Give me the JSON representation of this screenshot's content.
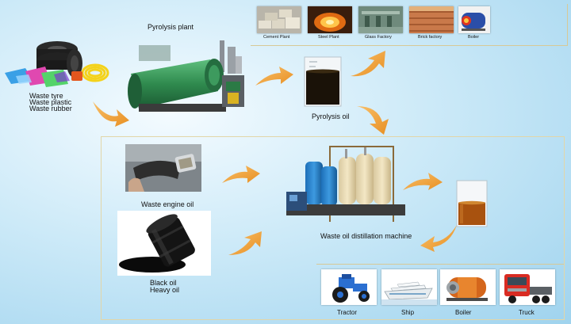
{
  "inputs": {
    "line1": "Waste tyre",
    "line2": "Waste plastic",
    "line3": "Waste rubber"
  },
  "pyrolysis_plant": {
    "label": "Pyrolysis plant"
  },
  "pyrolysis_oil": {
    "label": "Pyrolysis oil"
  },
  "industries": [
    {
      "label": "Cement Plant",
      "icon": "cement-bags-icon"
    },
    {
      "label": "Steel Plant",
      "icon": "molten-steel-icon"
    },
    {
      "label": "Glass Factory",
      "icon": "glass-factory-icon"
    },
    {
      "label": "Brick factory",
      "icon": "brick-stack-icon"
    },
    {
      "label": "Boiler",
      "icon": "boiler-icon"
    }
  ],
  "waste_engine_oil": {
    "label": "Waste engine oil"
  },
  "black_oil": {
    "line1": "Black oil",
    "line2": "Heavy oil"
  },
  "distillation": {
    "label": "Waste oil distillation machine"
  },
  "vehicles": [
    {
      "label": "Tractor",
      "icon": "tractor-icon"
    },
    {
      "label": "Ship",
      "icon": "ship-icon"
    },
    {
      "label": "Boiler",
      "icon": "boiler-icon"
    },
    {
      "label": "Truck",
      "icon": "truck-icon"
    }
  ],
  "colors": {
    "arrow": "#f2a43a",
    "plant_green": "#2f8a4e",
    "frame_gold": "#d7c996",
    "oil_dark": "#1a1208",
    "oil_amber": "#a8520f"
  }
}
